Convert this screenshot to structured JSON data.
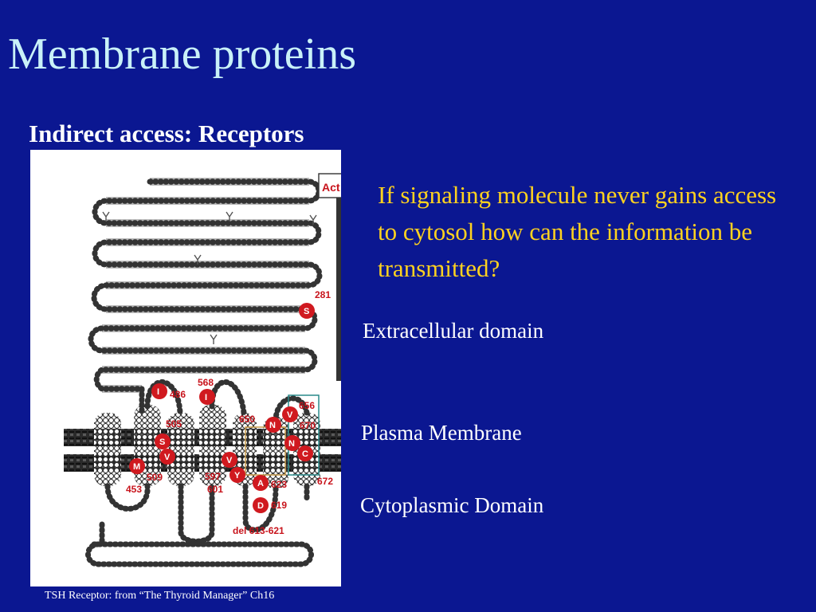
{
  "slide": {
    "title": "Membrane proteins",
    "subtitle": "Indirect access: Receptors",
    "question": "If signaling molecule never gains access to cytosol how can the information be transmitted?",
    "labels": {
      "extracellular": "Extracellular domain",
      "membrane": "Plasma Membrane",
      "cytoplasmic": "Cytoplasmic Domain"
    },
    "caption": "TSH Receptor:  from “The Thyroid Manager” Ch16"
  },
  "colors": {
    "background": "#0b1791",
    "title": "#c9f1f8",
    "question": "#ffd21f",
    "residue_highlight": "#d0191f"
  },
  "diagram": {
    "box_label": "Act",
    "residues": [
      {
        "letter": "S",
        "number": "281"
      },
      {
        "letter": "I",
        "number": "486"
      },
      {
        "letter": "I",
        "number": "568"
      },
      {
        "letter": "S",
        "number": "505"
      },
      {
        "letter": "V",
        "number": ""
      },
      {
        "letter": "M",
        "number": "453"
      },
      {
        "letter": "V",
        "number": "597"
      },
      {
        "letter": "Y",
        "number": "601"
      },
      {
        "letter": "N",
        "number": "650"
      },
      {
        "letter": "V",
        "number": "656"
      },
      {
        "letter": "N",
        "number": "670"
      },
      {
        "letter": "C",
        "number": "672"
      },
      {
        "letter": "A",
        "number": "623"
      },
      {
        "letter": "D",
        "number": "619"
      }
    ],
    "extra_numbers": [
      "509",
      "del 613-621"
    ]
  }
}
